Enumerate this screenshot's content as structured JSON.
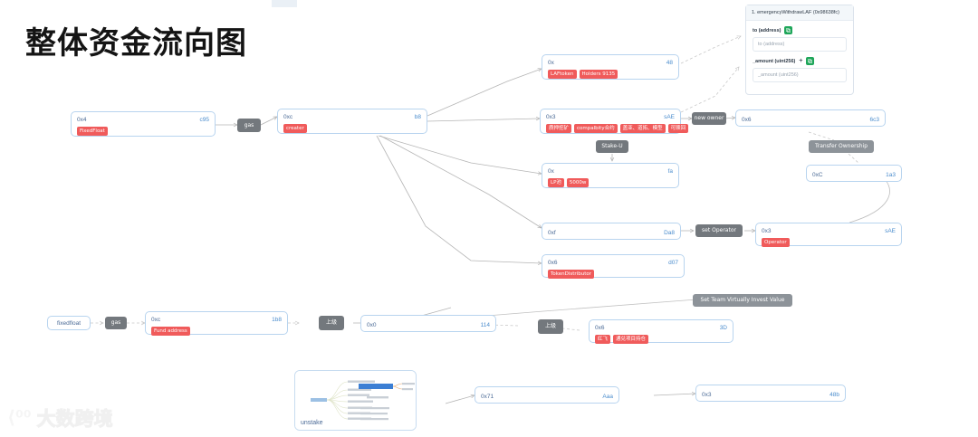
{
  "page": {
    "title": "整体资金流向图",
    "watermark": "大数跨境",
    "watermark_mark": "⟨⁰⁰"
  },
  "function_panel": {
    "header": "1. emergencyWithdrawLAF (0x98638fc)",
    "fields": [
      {
        "label": "to (address)",
        "placeholder": "to (address)",
        "has_plus": false,
        "copy_icon": "copy-icon"
      },
      {
        "label": "_amount (uint256)",
        "placeholder": "_amount (uint256)",
        "has_plus": true,
        "plus": "+",
        "copy_icon": "copy-icon"
      }
    ]
  },
  "nodes": [
    {
      "id": "n_0x4_c95",
      "addr": "0x4",
      "value": "c95",
      "tags": [
        "FixedFloat"
      ]
    },
    {
      "id": "n_0xc_b8",
      "addr": "0xc",
      "value": "b8",
      "tags": [
        "creater"
      ]
    },
    {
      "id": "n_laftoken",
      "addr": "0x",
      "value": "48",
      "tags": [
        "LAFtoken",
        "Holders 9135"
      ]
    },
    {
      "id": "n_0x3_sAE",
      "addr": "0x3",
      "value": "sAE",
      "tags": [
        "质押挖矿",
        "compalbity合约",
        "盖亚、道拓、模型",
        "可赎回"
      ]
    },
    {
      "id": "n_lp",
      "addr": "0x",
      "value": "fa",
      "tags": [
        "LP池",
        "5000w"
      ]
    },
    {
      "id": "n_0xf_Da8",
      "addr": "0xf",
      "value": "Da8",
      "tags": []
    },
    {
      "id": "n_operator",
      "addr": "0x3",
      "value": "sAE",
      "tags": [
        "Operator"
      ]
    },
    {
      "id": "n_tokendist",
      "addr": "0x6",
      "value": "d07",
      "tags": [
        "TokenDistributor"
      ]
    },
    {
      "id": "n_newowner_0x6",
      "addr": "0x6",
      "value": "6c3",
      "tags": []
    },
    {
      "id": "n_0xC_1a3",
      "addr": "0xC",
      "value": "1a3",
      "tags": []
    },
    {
      "id": "n_fund",
      "addr": "0xc",
      "value": "1b8",
      "tags": [
        "Fund address"
      ]
    },
    {
      "id": "n_0x0_114",
      "addr": "0x0",
      "value": "114",
      "tags": []
    },
    {
      "id": "n_0x6_3D",
      "addr": "0x6",
      "value": "3D",
      "tags": [
        "红飞",
        "通兑项目持仓"
      ]
    },
    {
      "id": "n_0x71_Aaa",
      "addr": "0x71",
      "value": "Aaa",
      "tags": []
    },
    {
      "id": "n_0x3_48b",
      "addr": "0x3",
      "value": "48b",
      "tags": []
    }
  ],
  "pills": [
    {
      "id": "p_fixedfloat",
      "label": "fixedfloat"
    }
  ],
  "chips": [
    {
      "id": "c_gas_top",
      "label": "gas"
    },
    {
      "id": "c_stake",
      "label": "Stake-U"
    },
    {
      "id": "c_newowner",
      "label": "new owner"
    },
    {
      "id": "c_transfer",
      "label": "Transfer Ownership"
    },
    {
      "id": "c_setoperator",
      "label": "set Operator"
    },
    {
      "id": "c_setteam",
      "label": "Set Team Virtually Invest Value"
    },
    {
      "id": "c_gas_bottom",
      "label": "gas"
    },
    {
      "id": "c_parent_1",
      "label": "上级"
    },
    {
      "id": "c_parent_2",
      "label": "上级"
    }
  ],
  "thumbnail": {
    "label": "unstake"
  },
  "colors": {
    "tag_red": "#f05b5b",
    "node_border": "#b8d4ef",
    "chip_grey": "#73787d",
    "value_blue": "#4a8ccd",
    "copy_green": "#1fa65a"
  }
}
